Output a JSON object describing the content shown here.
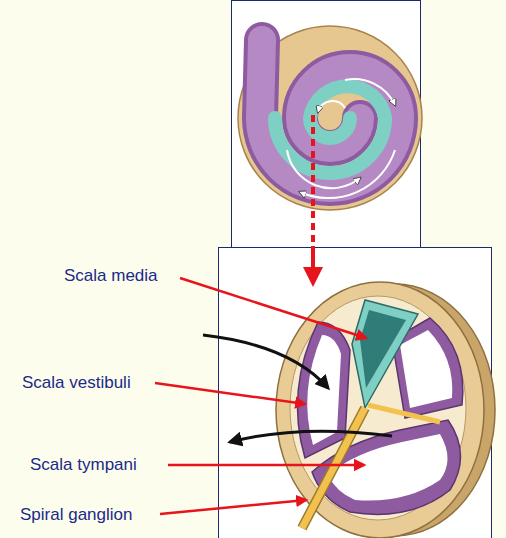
{
  "diagram": {
    "labels": [
      "Scala media",
      "Scala vestibuli",
      "Scala tympani",
      "Spiral ganglion"
    ]
  }
}
